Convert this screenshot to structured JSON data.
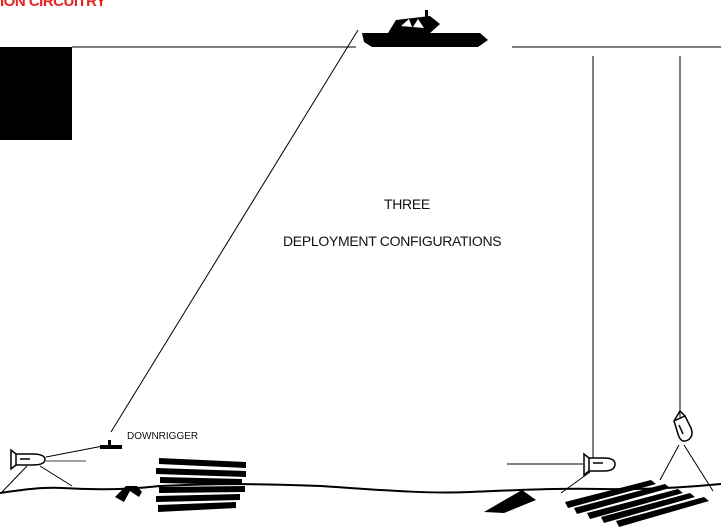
{
  "header": {
    "text": "ION CIRCUITRY"
  },
  "caption": {
    "line1": "THREE",
    "line2": "DEPLOYMENT CONFIGURATIONS"
  },
  "labels": {
    "downrigger": "DOWNRIGGER"
  },
  "colors": {
    "header": "#e8231f",
    "ink": "#000000"
  }
}
